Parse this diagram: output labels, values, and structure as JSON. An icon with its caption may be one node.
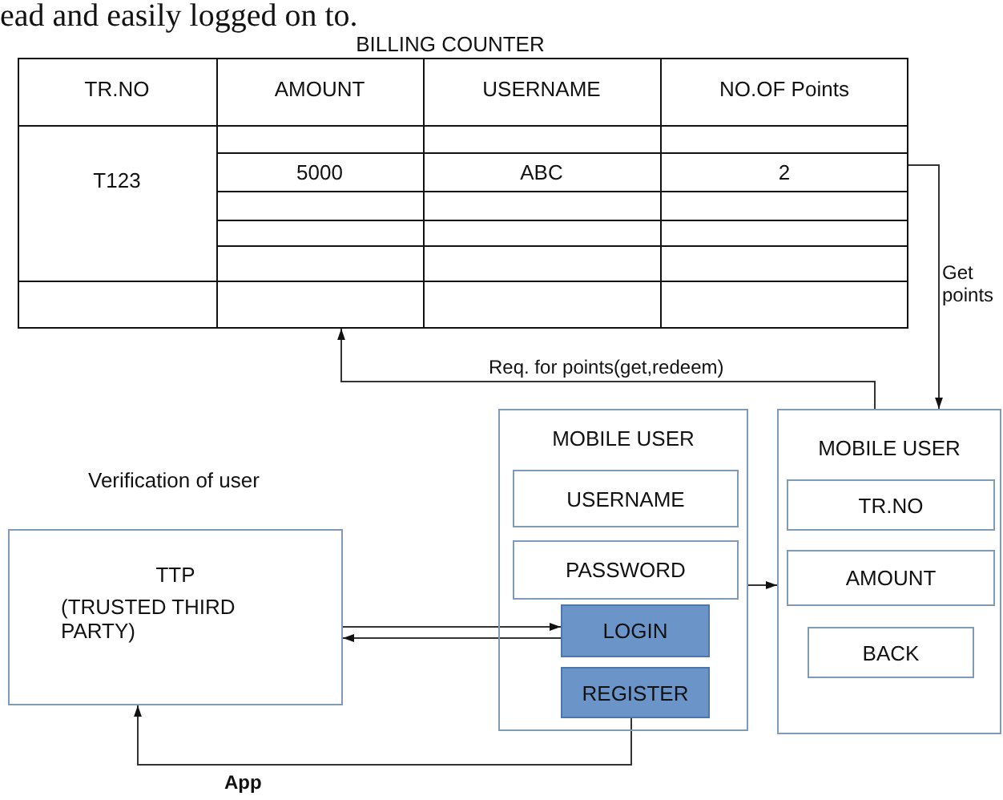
{
  "diagram": {
    "nodes": [
      {
        "text": [
          "BILLING COUNTER",
          "TR.NO",
          "AMOUNT",
          "USERNAME",
          "NO.OF Points",
          "T123",
          "5000",
          "ABC",
          "2"
        ]
      },
      {
        "text": [
          "MOBILE USER"
        ]
      },
      {
        "text": [
          "USERNAME"
        ],
        "in": 1
      },
      {
        "text": [
          "PASSWORD"
        ],
        "in": 1
      },
      {
        "text": [
          "LOGIN"
        ],
        "in": 1
      },
      {
        "text": [
          "REGISTER"
        ],
        "in": 1
      },
      {
        "text": [
          "MOBILE USER"
        ]
      },
      {
        "text": [
          "TR.NO"
        ],
        "in": 6
      },
      {
        "text": [
          "AMOUNT"
        ],
        "in": 6
      },
      {
        "text": [
          "BACK"
        ],
        "in": 6
      },
      {
        "text": [
          "TTP",
          "(TRUSTED THIRD PARTY)"
        ],
        "beside": [
          "Verification of user"
        ]
      }
    ],
    "edges": [
      {
        "from": 0,
        "to": 6,
        "arrow": "to",
        "label": "Get points"
      },
      {
        "from": 6,
        "to": 0,
        "arrow": "to",
        "label": "Req. for points(get,redeem)"
      },
      {
        "from": 1,
        "to": 6,
        "arrow": "to"
      },
      {
        "from": 10,
        "to": 4,
        "arrow": "to"
      },
      {
        "from": 4,
        "to": 10,
        "arrow": "to"
      },
      {
        "from": 5,
        "to": 10,
        "arrow": "to",
        "label": "App"
      }
    ],
    "labels": [
      "ead and easily logged on to."
    ]
  }
}
